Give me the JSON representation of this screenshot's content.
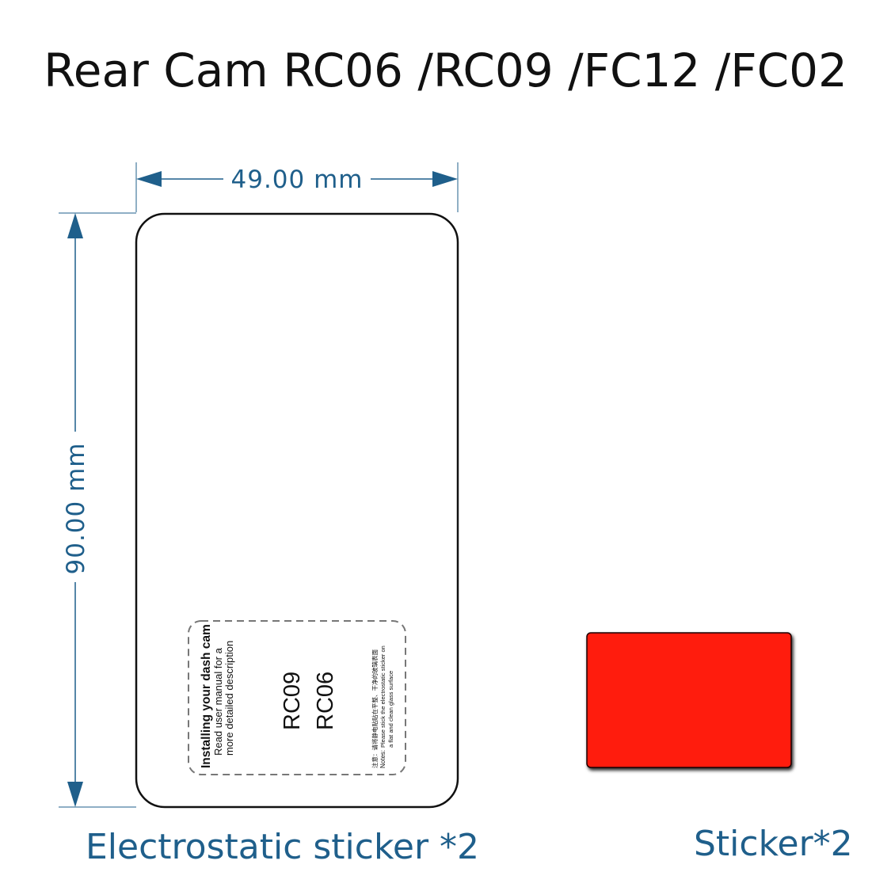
{
  "title": "Rear Cam RC06 /RC09 /FC12 /FC02",
  "dimensions": {
    "width": "49.00 mm",
    "height": "90.00 mm"
  },
  "label": {
    "heading": "Installing your dash cam",
    "line1": "Read user manual for a",
    "line2": "more detailed description",
    "model1": "RC09",
    "model2": "RC06",
    "notes_cn": "注意：请将静电贴贴在平整、干净的玻璃表面",
    "notes_label": "Notes:",
    "notes_en1": "Please stick the electrostatic sticker on",
    "notes_en2": "a flat and clean glass surface"
  },
  "captions": {
    "left": "Electrostatic sticker *2",
    "right": "Sticker*2"
  },
  "colors": {
    "dimension": "#1f5f8b",
    "sticker_red": "#ff1a10",
    "outline": "#111111"
  }
}
